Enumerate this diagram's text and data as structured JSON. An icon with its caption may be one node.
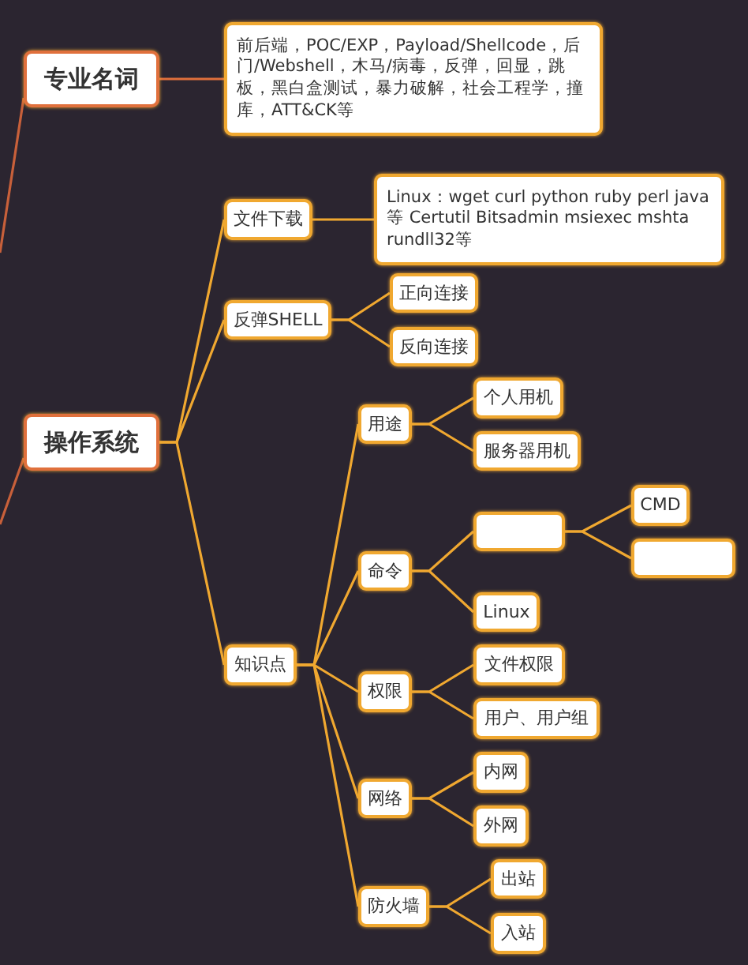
{
  "diagram": {
    "nodes": [
      {
        "text": [
          "专业名词"
        ]
      },
      {
        "text": [
          "前后端，POC/EXP，Payload/Shellcode，后门/Webshell，木马/病毒，反弹，回显，跳板，黑白盒测试，暴力破解，社会工程学，撞库，ATT&CK等"
        ]
      },
      {
        "text": [
          "操作系统"
        ]
      },
      {
        "text": [
          "文件下载"
        ]
      },
      {
        "text": [
          "Linux：wget curl python ruby perl java等 Certutil Bitsadmin msiexec mshta rundll32等"
        ]
      },
      {
        "text": [
          "反弹SHELL"
        ]
      },
      {
        "text": [
          "正向连接"
        ]
      },
      {
        "text": [
          "反向连接"
        ]
      },
      {
        "text": [
          "知识点"
        ]
      },
      {
        "text": [
          "用途"
        ]
      },
      {
        "text": [
          "个人用机"
        ]
      },
      {
        "text": [
          "服务器用机"
        ]
      },
      {
        "text": [
          "命令"
        ]
      },
      {
        "text": [],
        "shape": "box"
      },
      {
        "text": [
          "CMD"
        ]
      },
      {
        "text": [],
        "shape": "box"
      },
      {
        "text": [
          "Linux"
        ]
      },
      {
        "text": [
          "权限"
        ]
      },
      {
        "text": [
          "文件权限"
        ]
      },
      {
        "text": [
          "用户、用户组"
        ]
      },
      {
        "text": [
          "网络"
        ]
      },
      {
        "text": [
          "内网"
        ]
      },
      {
        "text": [
          "外网"
        ]
      },
      {
        "text": [
          "防火墙"
        ]
      },
      {
        "text": [
          "出站"
        ]
      },
      {
        "text": [
          "入站"
        ]
      }
    ],
    "edges": [
      {
        "from": null,
        "to": 0,
        "arrow": "none",
        "color": "#c8603a"
      },
      {
        "from": null,
        "to": 2,
        "arrow": "none",
        "color": "#c8603a"
      },
      {
        "from": 0,
        "to": 1,
        "arrow": "none",
        "color": "#e0703c"
      },
      {
        "from": 2,
        "to": 3,
        "arrow": "none"
      },
      {
        "from": 3,
        "to": 4,
        "arrow": "none"
      },
      {
        "from": 2,
        "to": 5,
        "arrow": "none"
      },
      {
        "from": 5,
        "to": 6,
        "arrow": "none"
      },
      {
        "from": 5,
        "to": 7,
        "arrow": "none"
      },
      {
        "from": 2,
        "to": 8,
        "arrow": "none"
      },
      {
        "from": 8,
        "to": 9,
        "arrow": "none"
      },
      {
        "from": 9,
        "to": 10,
        "arrow": "none"
      },
      {
        "from": 9,
        "to": 11,
        "arrow": "none"
      },
      {
        "from": 8,
        "to": 12,
        "arrow": "none"
      },
      {
        "from": 12,
        "to": 13,
        "arrow": "none"
      },
      {
        "from": 13,
        "to": 14,
        "arrow": "none"
      },
      {
        "from": 13,
        "to": 15,
        "arrow": "none"
      },
      {
        "from": 12,
        "to": 16,
        "arrow": "none"
      },
      {
        "from": 8,
        "to": 17,
        "arrow": "none"
      },
      {
        "from": 17,
        "to": 18,
        "arrow": "none"
      },
      {
        "from": 17,
        "to": 19,
        "arrow": "none"
      },
      {
        "from": 8,
        "to": 20,
        "arrow": "none"
      },
      {
        "from": 20,
        "to": 21,
        "arrow": "none"
      },
      {
        "from": 20,
        "to": 22,
        "arrow": "none"
      },
      {
        "from": 8,
        "to": 23,
        "arrow": "none"
      },
      {
        "from": 23,
        "to": 24,
        "arrow": "none"
      },
      {
        "from": 23,
        "to": 25,
        "arrow": "none"
      }
    ]
  }
}
